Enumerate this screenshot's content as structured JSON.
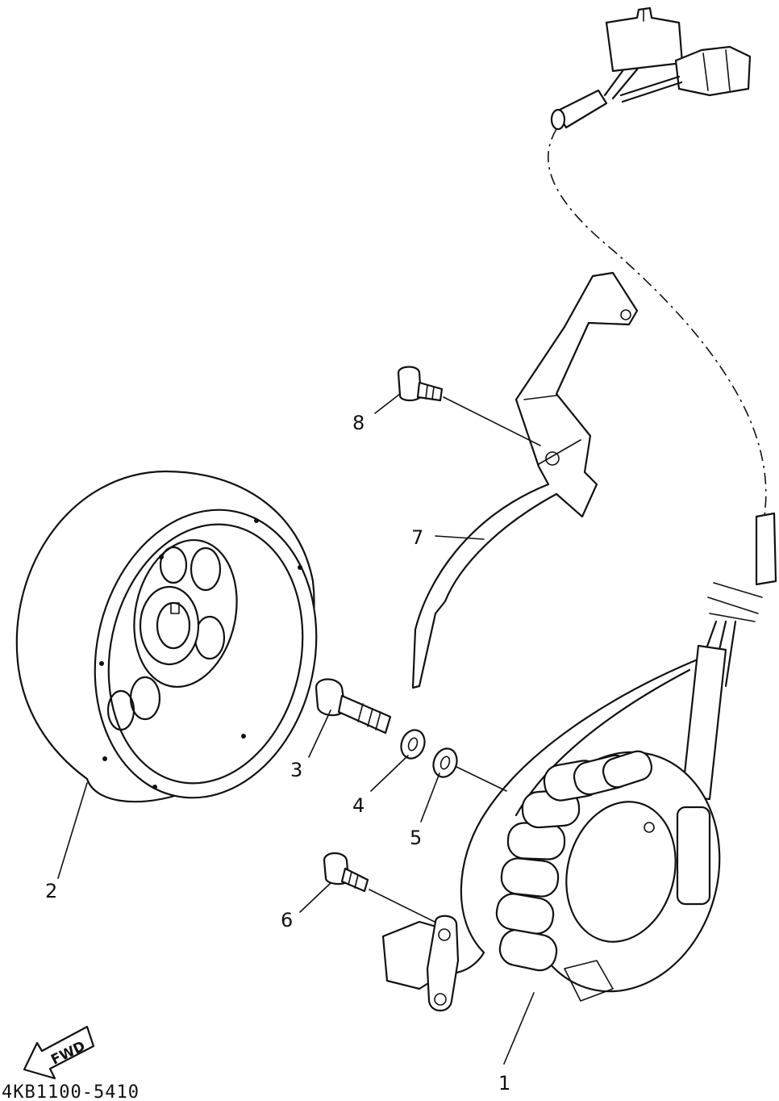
{
  "diagram": {
    "drawing_code": "4KB1100-5410",
    "direction_label": "FWD",
    "callouts": [
      {
        "id": "1"
      },
      {
        "id": "2"
      },
      {
        "id": "3"
      },
      {
        "id": "4"
      },
      {
        "id": "5"
      },
      {
        "id": "6"
      },
      {
        "id": "7"
      },
      {
        "id": "8"
      }
    ]
  },
  "colors": {
    "line": "#111111",
    "paper": "#ffffff"
  }
}
